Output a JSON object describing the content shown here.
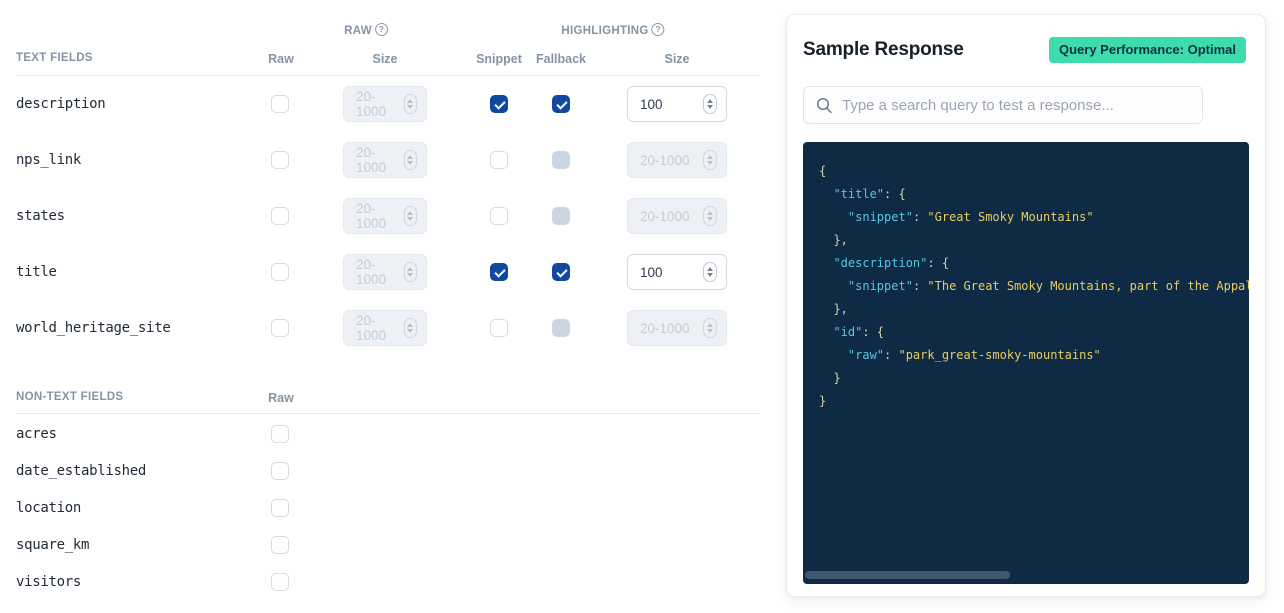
{
  "icons": {
    "help_glyph": "?"
  },
  "colors": {
    "checkbox_checked": "#10479f",
    "checkbox_disabled": "#ccd6e2",
    "badge_background": "#3edcad",
    "code_background": "#0e2a45",
    "code_key": "#57c7de",
    "code_string": "#e9cd60",
    "code_punctuation": "#d9d4a5"
  },
  "field_config": {
    "raw_group_label": "RAW",
    "highlighting_group_label": "HIGHLIGHTING",
    "size_placeholder": "20-1000",
    "text_fields": {
      "section_label": "TEXT FIELDS",
      "columns": {
        "raw": "Raw",
        "raw_size": "Size",
        "snippet": "Snippet",
        "fallback": "Fallback",
        "hl_size": "Size"
      },
      "rows": [
        {
          "name": "description",
          "raw_checked": false,
          "raw_size": "",
          "snippet_checked": true,
          "fallback_checked": true,
          "fallback_disabled": false,
          "hl_size": "100"
        },
        {
          "name": "nps_link",
          "raw_checked": false,
          "raw_size": "",
          "snippet_checked": false,
          "fallback_checked": false,
          "fallback_disabled": true,
          "hl_size": ""
        },
        {
          "name": "states",
          "raw_checked": false,
          "raw_size": "",
          "snippet_checked": false,
          "fallback_checked": false,
          "fallback_disabled": true,
          "hl_size": ""
        },
        {
          "name": "title",
          "raw_checked": false,
          "raw_size": "",
          "snippet_checked": true,
          "fallback_checked": true,
          "fallback_disabled": false,
          "hl_size": "100"
        },
        {
          "name": "world_heritage_site",
          "raw_checked": false,
          "raw_size": "",
          "snippet_checked": false,
          "fallback_checked": false,
          "fallback_disabled": true,
          "hl_size": ""
        }
      ]
    },
    "non_text_fields": {
      "section_label": "NON-TEXT FIELDS",
      "raw_column_label": "Raw",
      "rows": [
        {
          "name": "acres",
          "raw_checked": false
        },
        {
          "name": "date_established",
          "raw_checked": false
        },
        {
          "name": "location",
          "raw_checked": false
        },
        {
          "name": "square_km",
          "raw_checked": false
        },
        {
          "name": "visitors",
          "raw_checked": false
        }
      ]
    }
  },
  "sample_response": {
    "title": "Sample Response",
    "badge": "Query Performance: Optimal",
    "search_placeholder": "Type a search query to test a response...",
    "code_lines": [
      [
        [
          "p",
          "{"
        ]
      ],
      [
        [
          "p",
          "  "
        ],
        [
          "k",
          "\"title\""
        ],
        [
          "p",
          ": {"
        ]
      ],
      [
        [
          "p",
          "    "
        ],
        [
          "k",
          "\"snippet\""
        ],
        [
          "p",
          ": "
        ],
        [
          "s",
          "\"Great Smoky Mountains\""
        ]
      ],
      [
        [
          "p",
          "  },"
        ]
      ],
      [
        [
          "p",
          "  "
        ],
        [
          "k",
          "\"description\""
        ],
        [
          "p",
          ": {"
        ]
      ],
      [
        [
          "p",
          "    "
        ],
        [
          "k",
          "\"snippet\""
        ],
        [
          "p",
          ": "
        ],
        [
          "s",
          "\"The Great Smoky Mountains, part of the Appalachian"
        ]
      ],
      [
        [
          "p",
          "  },"
        ]
      ],
      [
        [
          "p",
          "  "
        ],
        [
          "k",
          "\"id\""
        ],
        [
          "p",
          ": {"
        ]
      ],
      [
        [
          "p",
          "    "
        ],
        [
          "k",
          "\"raw\""
        ],
        [
          "p",
          ": "
        ],
        [
          "s",
          "\"park_great-smoky-mountains\""
        ]
      ],
      [
        [
          "p",
          "  }"
        ]
      ],
      [
        [
          "p",
          "}"
        ]
      ]
    ]
  }
}
